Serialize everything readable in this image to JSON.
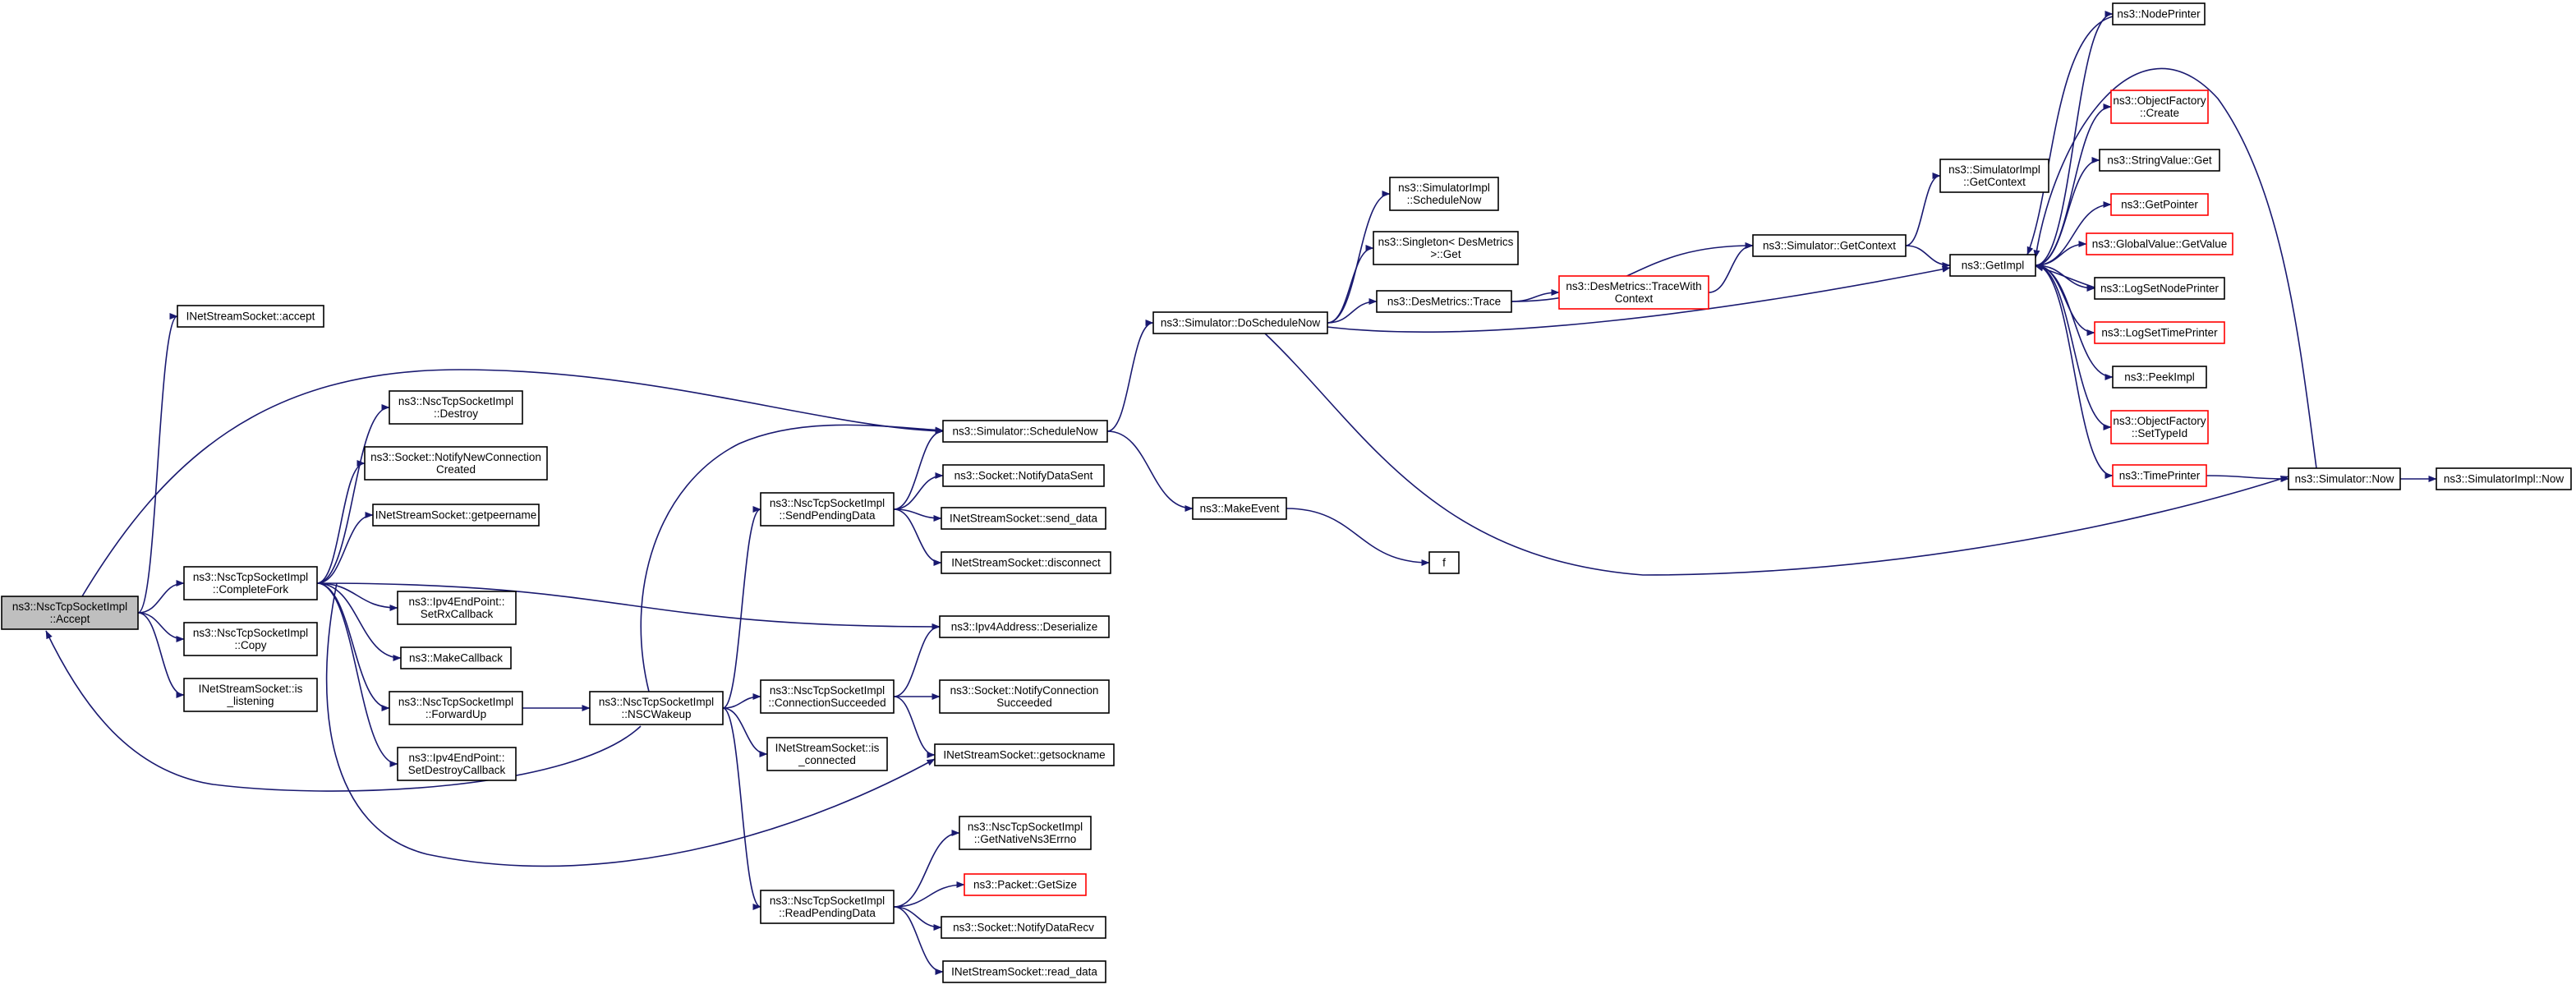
{
  "diagram": {
    "nodes": [
      {
        "id": "accept",
        "lines": [
          "ns3::NscTcpSocketImpl",
          "::Accept"
        ],
        "root": true
      },
      {
        "id": "inet_accept",
        "lines": [
          "INetStreamSocket::accept"
        ]
      },
      {
        "id": "completefork",
        "lines": [
          "ns3::NscTcpSocketImpl",
          "::CompleteFork"
        ]
      },
      {
        "id": "copy",
        "lines": [
          "ns3::NscTcpSocketImpl",
          "::Copy"
        ]
      },
      {
        "id": "islistening",
        "lines": [
          "INetStreamSocket::is",
          "_listening"
        ]
      },
      {
        "id": "destroy",
        "lines": [
          "ns3::NscTcpSocketImpl",
          "::Destroy"
        ]
      },
      {
        "id": "notifynewconn",
        "lines": [
          "ns3::Socket::NotifyNewConnection",
          "Created"
        ]
      },
      {
        "id": "getpeername",
        "lines": [
          "INetStreamSocket::getpeername"
        ]
      },
      {
        "id": "setrxcallback",
        "lines": [
          "ns3::Ipv4EndPoint::",
          "SetRxCallback"
        ]
      },
      {
        "id": "makecallback",
        "lines": [
          "ns3::MakeCallback"
        ]
      },
      {
        "id": "forwardup",
        "lines": [
          "ns3::NscTcpSocketImpl",
          "::ForwardUp"
        ]
      },
      {
        "id": "setdestroycb",
        "lines": [
          "ns3::Ipv4EndPoint::",
          "SetDestroyCallback"
        ]
      },
      {
        "id": "nscwakeup",
        "lines": [
          "ns3::NscTcpSocketImpl",
          "::NSCWakeup"
        ]
      },
      {
        "id": "schedulenow",
        "lines": [
          "ns3::Simulator::ScheduleNow"
        ]
      },
      {
        "id": "sendpending",
        "lines": [
          "ns3::NscTcpSocketImpl",
          "::SendPendingData"
        ]
      },
      {
        "id": "connsucceeded",
        "lines": [
          "ns3::NscTcpSocketImpl",
          "::ConnectionSucceeded"
        ]
      },
      {
        "id": "isconnected",
        "lines": [
          "INetStreamSocket::is",
          "_connected"
        ]
      },
      {
        "id": "readpending",
        "lines": [
          "ns3::NscTcpSocketImpl",
          "::ReadPendingData"
        ]
      },
      {
        "id": "notifydatasent",
        "lines": [
          "ns3::Socket::NotifyDataSent"
        ]
      },
      {
        "id": "send_data",
        "lines": [
          "INetStreamSocket::send_data"
        ]
      },
      {
        "id": "disconnect",
        "lines": [
          "INetStreamSocket::disconnect"
        ]
      },
      {
        "id": "deserialize",
        "lines": [
          "ns3::Ipv4Address::Deserialize"
        ]
      },
      {
        "id": "notifyconnsucc",
        "lines": [
          "ns3::Socket::NotifyConnection",
          "Succeeded"
        ]
      },
      {
        "id": "getsockname",
        "lines": [
          "INetStreamSocket::getsockname"
        ]
      },
      {
        "id": "getnativeerrno",
        "lines": [
          "ns3::NscTcpSocketImpl",
          "::GetNativeNs3Errno"
        ]
      },
      {
        "id": "packetgetsize",
        "lines": [
          "ns3::Packet::GetSize"
        ],
        "red": true
      },
      {
        "id": "notifydatarecv",
        "lines": [
          "ns3::Socket::NotifyDataRecv"
        ]
      },
      {
        "id": "read_data",
        "lines": [
          "INetStreamSocket::read_data"
        ]
      },
      {
        "id": "doschedulenow",
        "lines": [
          "ns3::Simulator::DoScheduleNow"
        ]
      },
      {
        "id": "makeevent",
        "lines": [
          "ns3::MakeEvent"
        ]
      },
      {
        "id": "f",
        "lines": [
          "f"
        ]
      },
      {
        "id": "simimpl_schedulenow",
        "lines": [
          "ns3::SimulatorImpl",
          "::ScheduleNow"
        ]
      },
      {
        "id": "singleton_get",
        "lines": [
          "ns3::Singleton< DesMetrics",
          ">::Get"
        ]
      },
      {
        "id": "desmetrics_trace",
        "lines": [
          "ns3::DesMetrics::Trace"
        ]
      },
      {
        "id": "tracewithcontext",
        "lines": [
          "ns3::DesMetrics::TraceWith",
          "Context"
        ],
        "red": true
      },
      {
        "id": "simimpl_getcontext",
        "lines": [
          "ns3::SimulatorImpl",
          "::GetContext"
        ]
      },
      {
        "id": "getcontext",
        "lines": [
          "ns3::Simulator::GetContext"
        ]
      },
      {
        "id": "getimpl",
        "lines": [
          "ns3::GetImpl"
        ]
      },
      {
        "id": "nodeprinter",
        "lines": [
          "ns3::NodePrinter"
        ]
      },
      {
        "id": "objfactory_create",
        "lines": [
          "ns3::ObjectFactory",
          "::Create"
        ],
        "red": true
      },
      {
        "id": "stringvalue_get",
        "lines": [
          "ns3::StringValue::Get"
        ]
      },
      {
        "id": "getpointer",
        "lines": [
          "ns3::GetPointer"
        ],
        "red": true
      },
      {
        "id": "globalvalue_getvalue",
        "lines": [
          "ns3::GlobalValue::GetValue"
        ],
        "red": true
      },
      {
        "id": "logsetnodeprinter",
        "lines": [
          "ns3::LogSetNodePrinter"
        ]
      },
      {
        "id": "logsettimeprinter",
        "lines": [
          "ns3::LogSetTimePrinter"
        ],
        "red": true
      },
      {
        "id": "peekimpl",
        "lines": [
          "ns3::PeekImpl"
        ]
      },
      {
        "id": "objfactory_settypeid",
        "lines": [
          "ns3::ObjectFactory",
          "::SetTypeId"
        ],
        "red": true
      },
      {
        "id": "timeprinter",
        "lines": [
          "ns3::TimePrinter"
        ],
        "red": true
      },
      {
        "id": "simulator_now",
        "lines": [
          "ns3::Simulator::Now"
        ]
      },
      {
        "id": "simimpl_now",
        "lines": [
          "ns3::SimulatorImpl::Now"
        ]
      }
    ],
    "edges": [
      [
        "accept",
        "inet_accept"
      ],
      [
        "accept",
        "completefork"
      ],
      [
        "accept",
        "copy"
      ],
      [
        "accept",
        "islistening"
      ],
      [
        "accept",
        "schedulenow"
      ],
      [
        "completefork",
        "destroy"
      ],
      [
        "completefork",
        "notifynewconn"
      ],
      [
        "completefork",
        "getpeername"
      ],
      [
        "completefork",
        "setrxcallback"
      ],
      [
        "completefork",
        "makecallback"
      ],
      [
        "completefork",
        "forwardup"
      ],
      [
        "completefork",
        "setdestroycb"
      ],
      [
        "completefork",
        "deserialize"
      ],
      [
        "completefork",
        "getsockname"
      ],
      [
        "forwardup",
        "nscwakeup"
      ],
      [
        "nscwakeup",
        "accept"
      ],
      [
        "nscwakeup",
        "schedulenow"
      ],
      [
        "nscwakeup",
        "sendpending"
      ],
      [
        "nscwakeup",
        "connsucceeded"
      ],
      [
        "nscwakeup",
        "isconnected"
      ],
      [
        "nscwakeup",
        "readpending"
      ],
      [
        "sendpending",
        "schedulenow"
      ],
      [
        "sendpending",
        "notifydatasent"
      ],
      [
        "sendpending",
        "send_data"
      ],
      [
        "sendpending",
        "disconnect"
      ],
      [
        "connsucceeded",
        "deserialize"
      ],
      [
        "connsucceeded",
        "notifyconnsucc"
      ],
      [
        "connsucceeded",
        "getsockname"
      ],
      [
        "readpending",
        "getnativeerrno"
      ],
      [
        "readpending",
        "packetgetsize"
      ],
      [
        "readpending",
        "notifydatarecv"
      ],
      [
        "readpending",
        "read_data"
      ],
      [
        "schedulenow",
        "doschedulenow"
      ],
      [
        "schedulenow",
        "makeevent"
      ],
      [
        "makeevent",
        "f"
      ],
      [
        "doschedulenow",
        "simimpl_schedulenow"
      ],
      [
        "doschedulenow",
        "singleton_get"
      ],
      [
        "doschedulenow",
        "desmetrics_trace"
      ],
      [
        "doschedulenow",
        "getimpl"
      ],
      [
        "doschedulenow",
        "simulator_now"
      ],
      [
        "desmetrics_trace",
        "getcontext"
      ],
      [
        "desmetrics_trace",
        "tracewithcontext"
      ],
      [
        "tracewithcontext",
        "getcontext"
      ],
      [
        "getcontext",
        "simimpl_getcontext"
      ],
      [
        "getcontext",
        "getimpl"
      ],
      [
        "getimpl",
        "nodeprinter"
      ],
      [
        "getimpl",
        "objfactory_create"
      ],
      [
        "getimpl",
        "stringvalue_get"
      ],
      [
        "getimpl",
        "getpointer"
      ],
      [
        "getimpl",
        "globalvalue_getvalue"
      ],
      [
        "getimpl",
        "logsetnodeprinter"
      ],
      [
        "getimpl",
        "logsettimeprinter"
      ],
      [
        "getimpl",
        "peekimpl"
      ],
      [
        "getimpl",
        "objfactory_settypeid"
      ],
      [
        "getimpl",
        "timeprinter"
      ],
      [
        "timeprinter",
        "simulator_now"
      ],
      [
        "simulator_now",
        "simimpl_now"
      ],
      [
        "simulator_now",
        "getimpl"
      ],
      [
        "nodeprinter",
        "getimpl"
      ],
      [
        "logsetnodeprinter",
        "getimpl"
      ]
    ]
  }
}
